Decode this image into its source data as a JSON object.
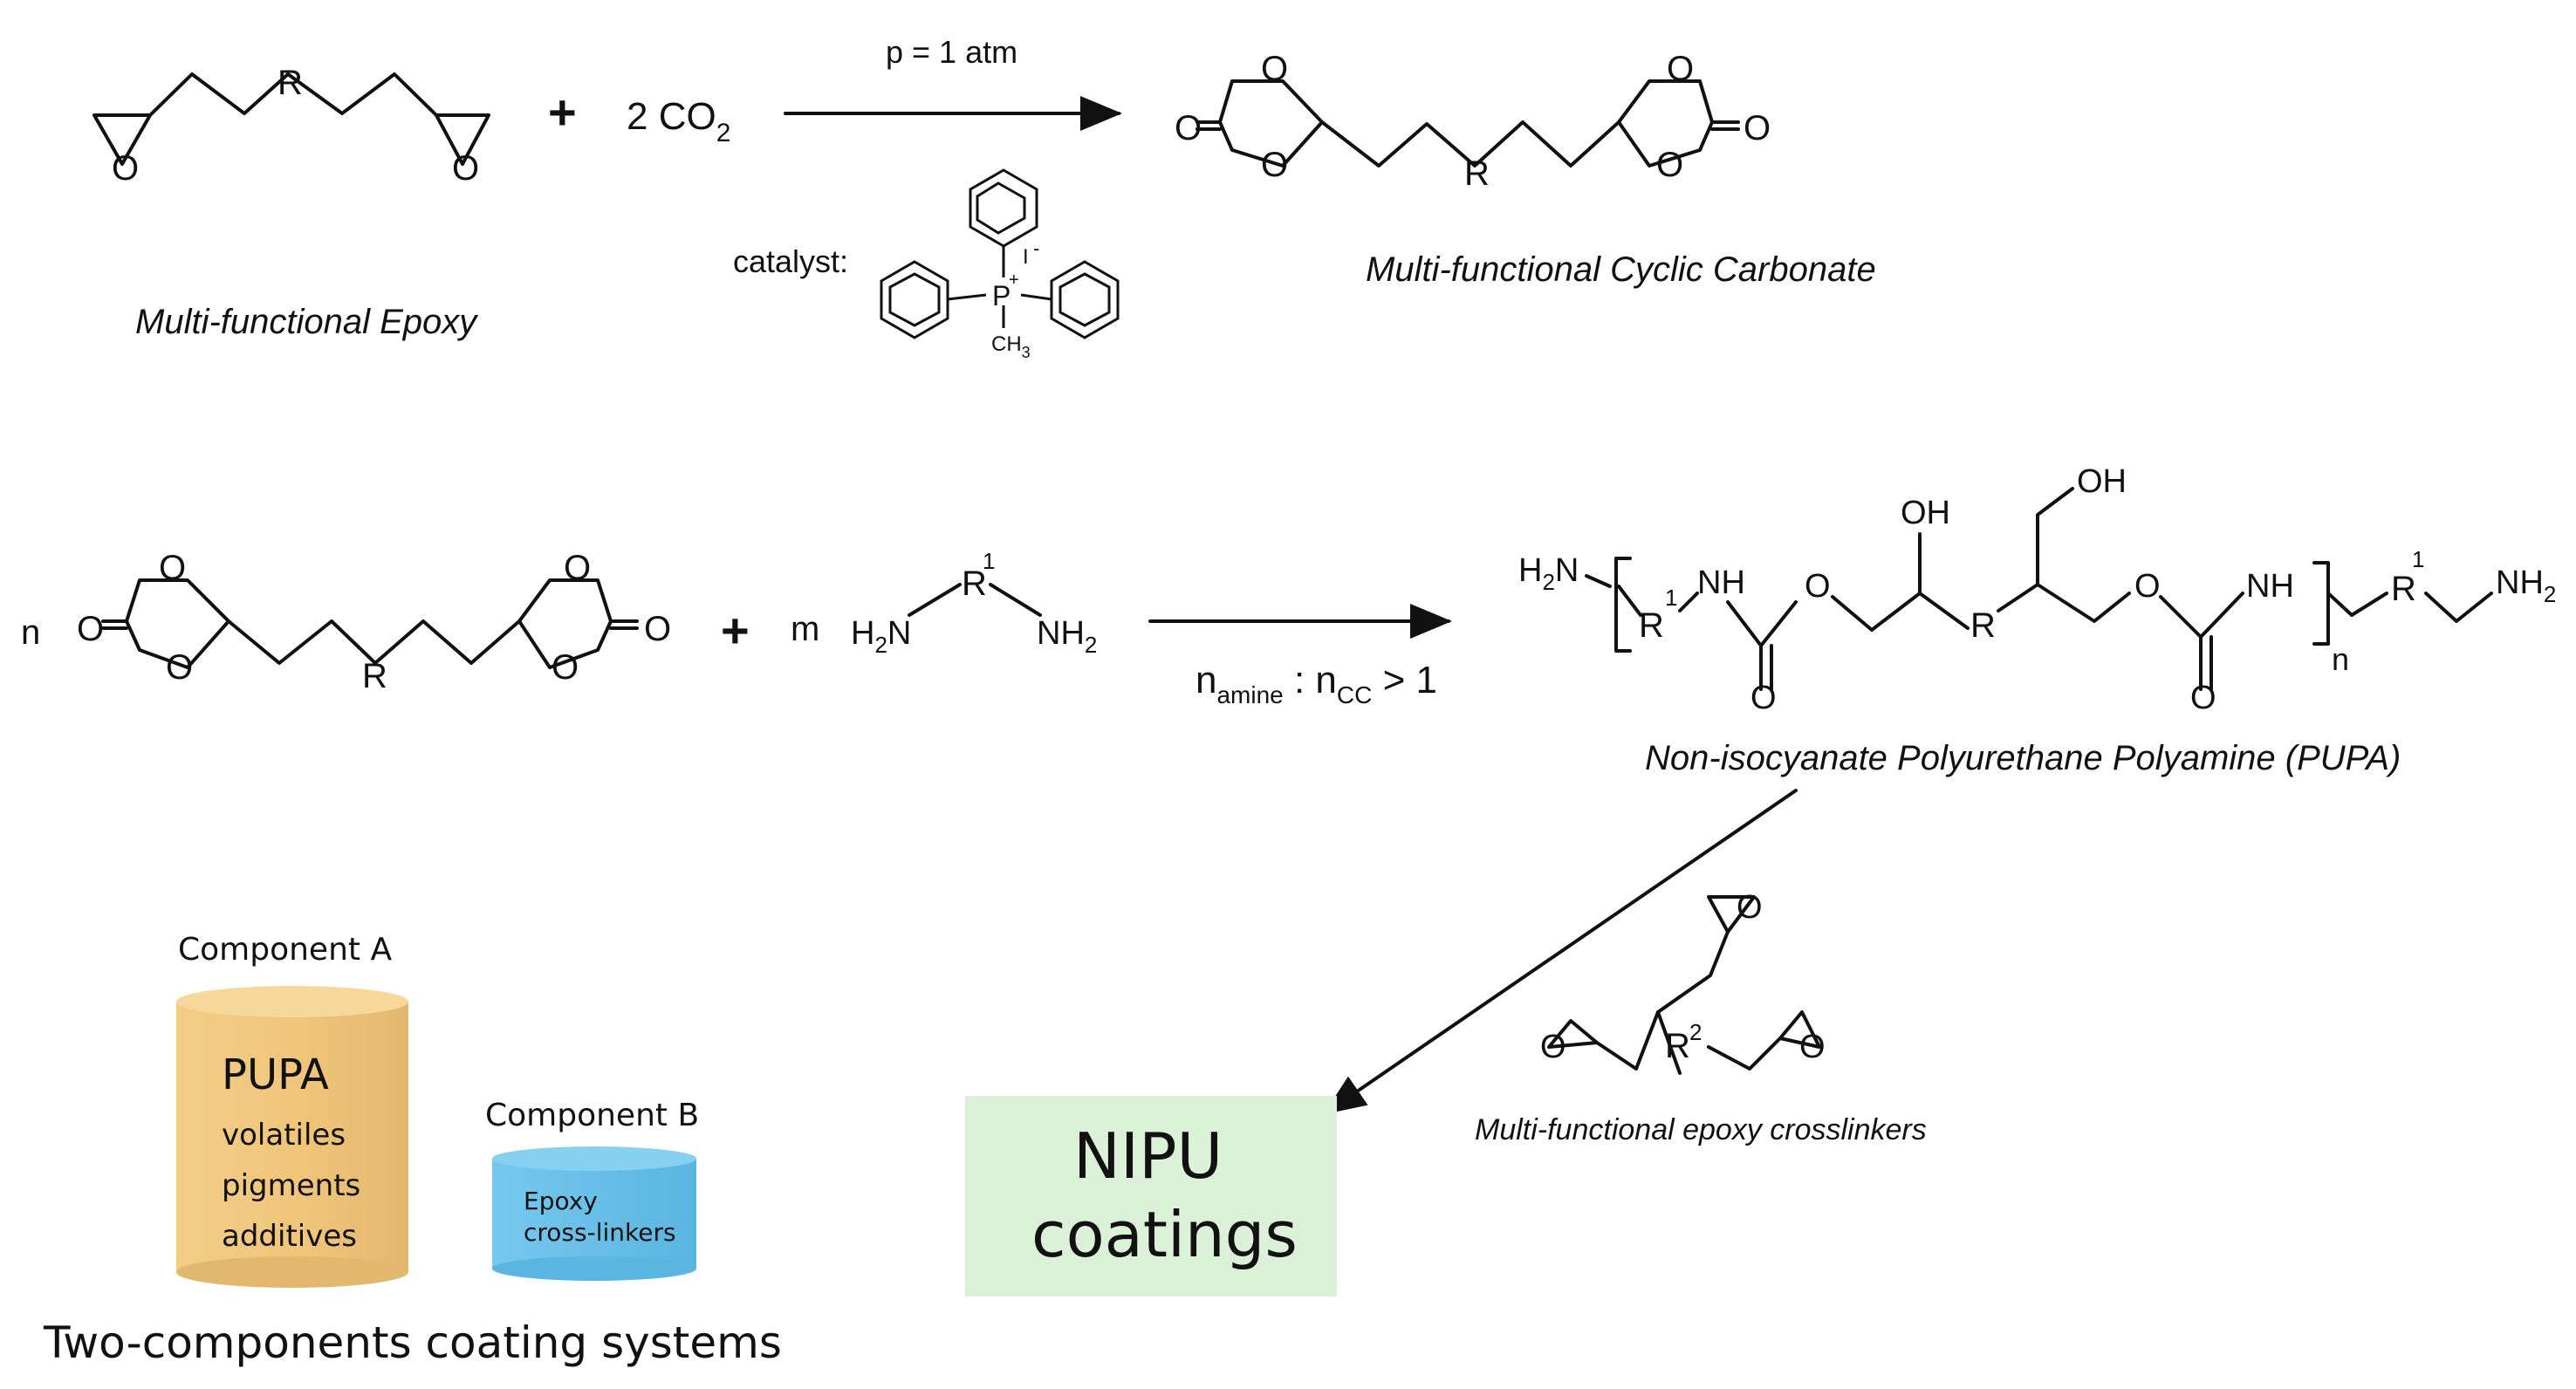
{
  "reaction1": {
    "reactant_label": "Multi-functional Epoxy",
    "plus": "+",
    "reagent": "2 CO",
    "reagent_sub": "2",
    "condition": "p = 1 atm",
    "catalyst_label": "catalyst:",
    "catalyst_methyl": "CH",
    "catalyst_methyl_sub": "3",
    "catalyst_P": "P",
    "catalyst_I": "I",
    "product_label": "Multi-functional Cyclic Carbonate"
  },
  "reaction2": {
    "coef_n": "n",
    "coef_m": "m",
    "plus": "+",
    "ratio": {
      "n1": "n",
      "sub1": "amine",
      "colon": " : n",
      "sub2": "CC",
      "tail": " > 1"
    },
    "product_label": "Non-isocyanate Polyurethane Polyamine (PUPA)",
    "crosslinker_label": "Multi-functional epoxy crosslinkers"
  },
  "atoms": {
    "R": "R",
    "O": "O",
    "OH": "OH",
    "NH": "NH",
    "N": "N",
    "H": "H",
    "H2N": "H",
    "NH2": "NH",
    "two": "2",
    "one": "1",
    "n": "n"
  },
  "components": {
    "a_title": "Component A",
    "a_items": [
      "PUPA",
      "volatiles",
      "pigments",
      "additives"
    ],
    "b_title": "Component B",
    "b_items": [
      "Epoxy",
      "cross-linkers"
    ],
    "system_label": "Two-components coating systems",
    "result_line1": "NIPU",
    "result_line2": "coatings"
  },
  "colors": {
    "cylinder_a": "#efc77f",
    "cylinder_b": "#6fc4e8",
    "result_box": "#dcf2d8"
  }
}
